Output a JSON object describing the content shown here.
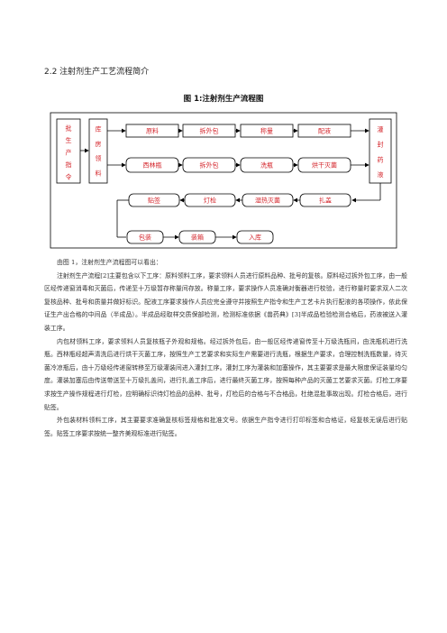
{
  "section_title": "2.2 注射剂生产工艺流程简介",
  "figure_title": "图 1:注射剂生产流程图",
  "flow": {
    "left_col1": "批生产指令",
    "left_col2": "库房领料",
    "right_col": "灌封药液",
    "row1": [
      "原料",
      "拆外包",
      "称量",
      "配液"
    ],
    "row2": [
      "西林瓶",
      "拆外包",
      "洗瓶",
      "烘干灭菌"
    ],
    "row3": [
      "贴签",
      "灯检",
      "湿热灭菌",
      "扎盖"
    ],
    "row4": [
      "包装",
      "装箱",
      "入库"
    ]
  },
  "paragraphs": [
    "由图 1，注射剂生产流程图可以看出：",
    "注射剂生产流程[2]主要包含以下工序：原料领料工序，要求领料人员进行原料品种、批号的复核。原料经过拆外包工序，由一般区经传递窗消毒和灭菌后，传递至十万级暂存称量间存放。称量工序，要求操作人员准确对衡器进行校验，进行称量时要求双人二次复核品种、批号和质量并做好标识。配液工序要求操作人员应完全遵守并按照生产指令和生产工艺卡片执行配液的各项操作，依此保证生产出合格的中间品（半成品）。半成品经取样交质保部检测，检测标准依据《兽药典》[3]半成品检验检测合格后，药液被送入灌装工序。",
    "内包材领料工序，要求领料人员复核瓶子外观和规格。经过拆外包后，由一般区经传递窗传至十万级洗瓶间，由洗瓶机进行洗瓶。西林瓶经超声清洗后进行烘干灭菌工序，按照生产工艺要求和实际生产需要进行洗瓶，根据生产要求，合理控制洗瓶数量，待灭菌冷凉瓶后，由十万级经传递窗转移至万级灌装间进入灌封工序。灌封工序为灌装和加塞操作，其主要要求是最大限度保证装量均匀度。灌装加塞后由传送带送至十万级扎盖间，进行扎盖工序后，进行最终灭菌工序，按照每种产品的灭菌工艺要求灭菌。灯检工序要求按生产操作规程进行灯检，应明确标识待灯检品的品种、批号，灯检后的合格与不合格品，杜绝混批事故出现。灯检合格后，进行贴签。",
    "外包装材料领料工序，其主要要求准确复核标签规格和批准文号。依据生产指令进行打印标签和合格证，经复核无误后进行贴签。贴签工序要求按统一整齐美观标准进行贴签。"
  ]
}
